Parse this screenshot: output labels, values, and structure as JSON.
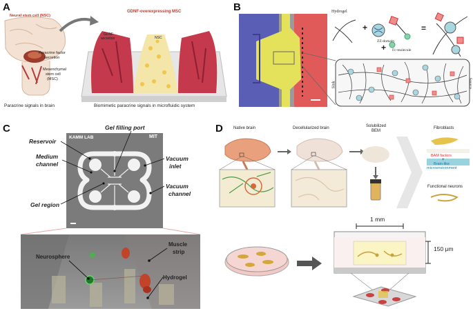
{
  "panels": {
    "a": {
      "label": "A",
      "neural_stem_cell": "Neural stem cell (NSC)",
      "paracrine_factor": "Paracrine factor",
      "secretion": "secretion",
      "mesenchymal": "Mesenchymal",
      "stem_cell": "stem cell",
      "msc": "(MSC)",
      "gdnf_title": "GDNF-overexpressing MSC",
      "gdnf": "GDNF",
      "gdnf_secretion": "secretion",
      "nsc": "NSC",
      "caption_left": "Paracrine signals in brain",
      "caption_right": "Biomimetic paracrine signals in microfluidic system"
    },
    "b": {
      "label": "B",
      "hydrogel": "Hydrogel",
      "zz_domain": "ZZ-domain",
      "fc_molecule": "Fc-molecule",
      "sink": "Sink",
      "source": "Source",
      "plus1": "+",
      "plus2": "+",
      "equals": "="
    },
    "c": {
      "label": "C",
      "kamm_lab": "KAMM LAB",
      "mit": "MIT",
      "gel_filling_port": "Gel filling port",
      "reservoir": "Reservoir",
      "medium": "Medium",
      "channel": "channel",
      "vacuum": "Vacuum",
      "inlet": "inlet",
      "vacuum2": "Vacuum",
      "channel2": "channel",
      "gel_region": "Gel region",
      "neurosphere": "Neurosphere",
      "muscle": "Muscle",
      "strip": "strip",
      "hydrogel": "Hydrogel"
    },
    "d": {
      "label": "D",
      "native_brain": "Native brain",
      "decell_brain": "Decellularized brain",
      "solubilized": "Solubilized",
      "bem": "BEM",
      "fibroblasts": "Fibroblasts",
      "bam_factors": "BAM factors",
      "plus": "+",
      "brain_like": "Brain-like",
      "microenv": "microenvironment",
      "functional_neurons": "Functional neurons",
      "scale_mm": "1 mm",
      "scale_um": "150 μm"
    }
  },
  "colors": {
    "blue_region": "#5a5fb5",
    "yellow_region": "#e3e25a",
    "red_region": "#e05a5a",
    "tissue_red": "#c4394c",
    "chip_gray": "#7b7b7b",
    "accent_orange": "#e0703a"
  }
}
